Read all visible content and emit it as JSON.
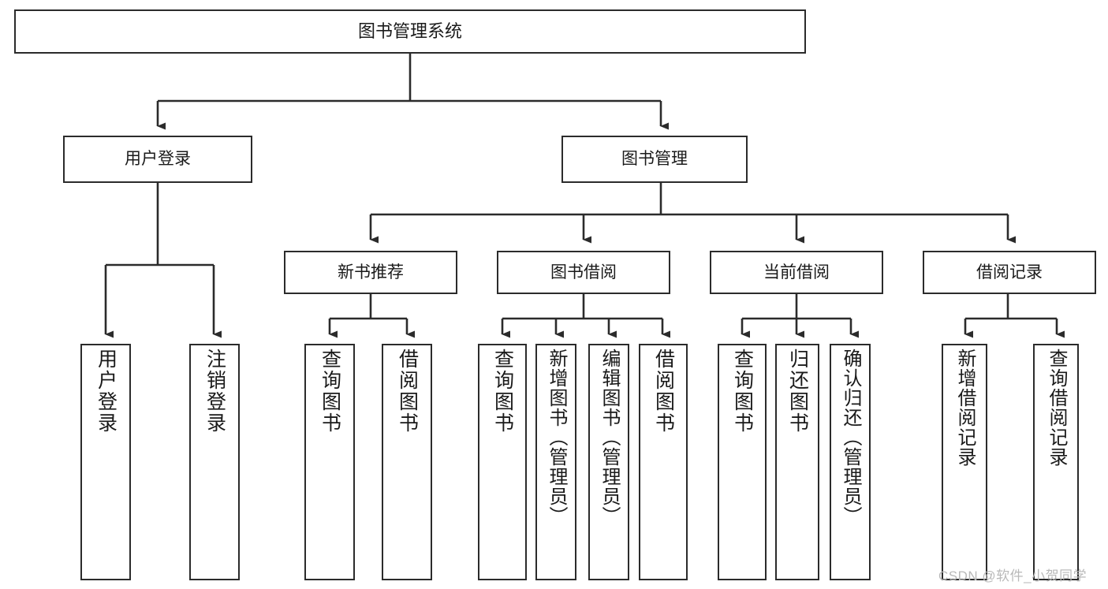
{
  "diagram": {
    "title": "图书管理系统",
    "type": "tree-hierarchy",
    "stroke_color": "#2b2b2b",
    "fill_color": "#ffffff",
    "text_color": "#1a1a1a"
  },
  "watermark": {
    "text": "CSDN @软件_小贺同学",
    "color": "#b9b9b9"
  },
  "nodes": {
    "root": {
      "label": "图书管理系统",
      "level": 0
    },
    "user_login": {
      "label": "用户登录",
      "level": 1
    },
    "book_manage": {
      "label": "图书管理",
      "level": 1
    },
    "new_book_rec": {
      "label": "新书推荐",
      "level": 2
    },
    "book_borrow": {
      "label": "图书借阅",
      "level": 2
    },
    "current_borrow": {
      "label": "当前借阅",
      "level": 2
    },
    "borrow_record": {
      "label": "借阅记录",
      "level": 2
    },
    "leaf_user_login": {
      "label": "用户登录",
      "level": 2
    },
    "leaf_logout": {
      "label": "注销登录",
      "level": 2
    },
    "leaf_query_book_1": {
      "label": "查询图书",
      "level": 3
    },
    "leaf_borrow_book_1": {
      "label": "借阅图书",
      "level": 3
    },
    "leaf_query_book_2": {
      "label": "查询图书",
      "level": 3
    },
    "leaf_add_book": {
      "label": "新增图书（管理员）",
      "level": 3
    },
    "leaf_edit_book": {
      "label": "编辑图书（管理员）",
      "level": 3
    },
    "leaf_borrow_book_2": {
      "label": "借阅图书",
      "level": 3
    },
    "leaf_query_book_3": {
      "label": "查询图书",
      "level": 3
    },
    "leaf_return_book": {
      "label": "归还图书",
      "level": 3
    },
    "leaf_confirm_return": {
      "label": "确认归还（管理员）",
      "level": 3
    },
    "leaf_add_record": {
      "label": "新增借阅记录",
      "level": 3
    },
    "leaf_query_record": {
      "label": "查询借阅记录",
      "level": 3
    }
  },
  "tree": {
    "label": "图书管理系统",
    "children": [
      {
        "label": "用户登录",
        "children": [
          {
            "label": "用户登录",
            "children": []
          },
          {
            "label": "注销登录",
            "children": []
          }
        ]
      },
      {
        "label": "图书管理",
        "children": [
          {
            "label": "新书推荐",
            "children": [
              {
                "label": "查询图书",
                "children": []
              },
              {
                "label": "借阅图书",
                "children": []
              }
            ]
          },
          {
            "label": "图书借阅",
            "children": [
              {
                "label": "查询图书",
                "children": []
              },
              {
                "label": "新增图书（管理员）",
                "children": []
              },
              {
                "label": "编辑图书（管理员）",
                "children": []
              },
              {
                "label": "借阅图书",
                "children": []
              }
            ]
          },
          {
            "label": "当前借阅",
            "children": [
              {
                "label": "查询图书",
                "children": []
              },
              {
                "label": "归还图书",
                "children": []
              },
              {
                "label": "确认归还（管理员）",
                "children": []
              }
            ]
          },
          {
            "label": "借阅记录",
            "children": [
              {
                "label": "新增借阅记录",
                "children": []
              },
              {
                "label": "查询借阅记录",
                "children": []
              }
            ]
          }
        ]
      }
    ]
  }
}
